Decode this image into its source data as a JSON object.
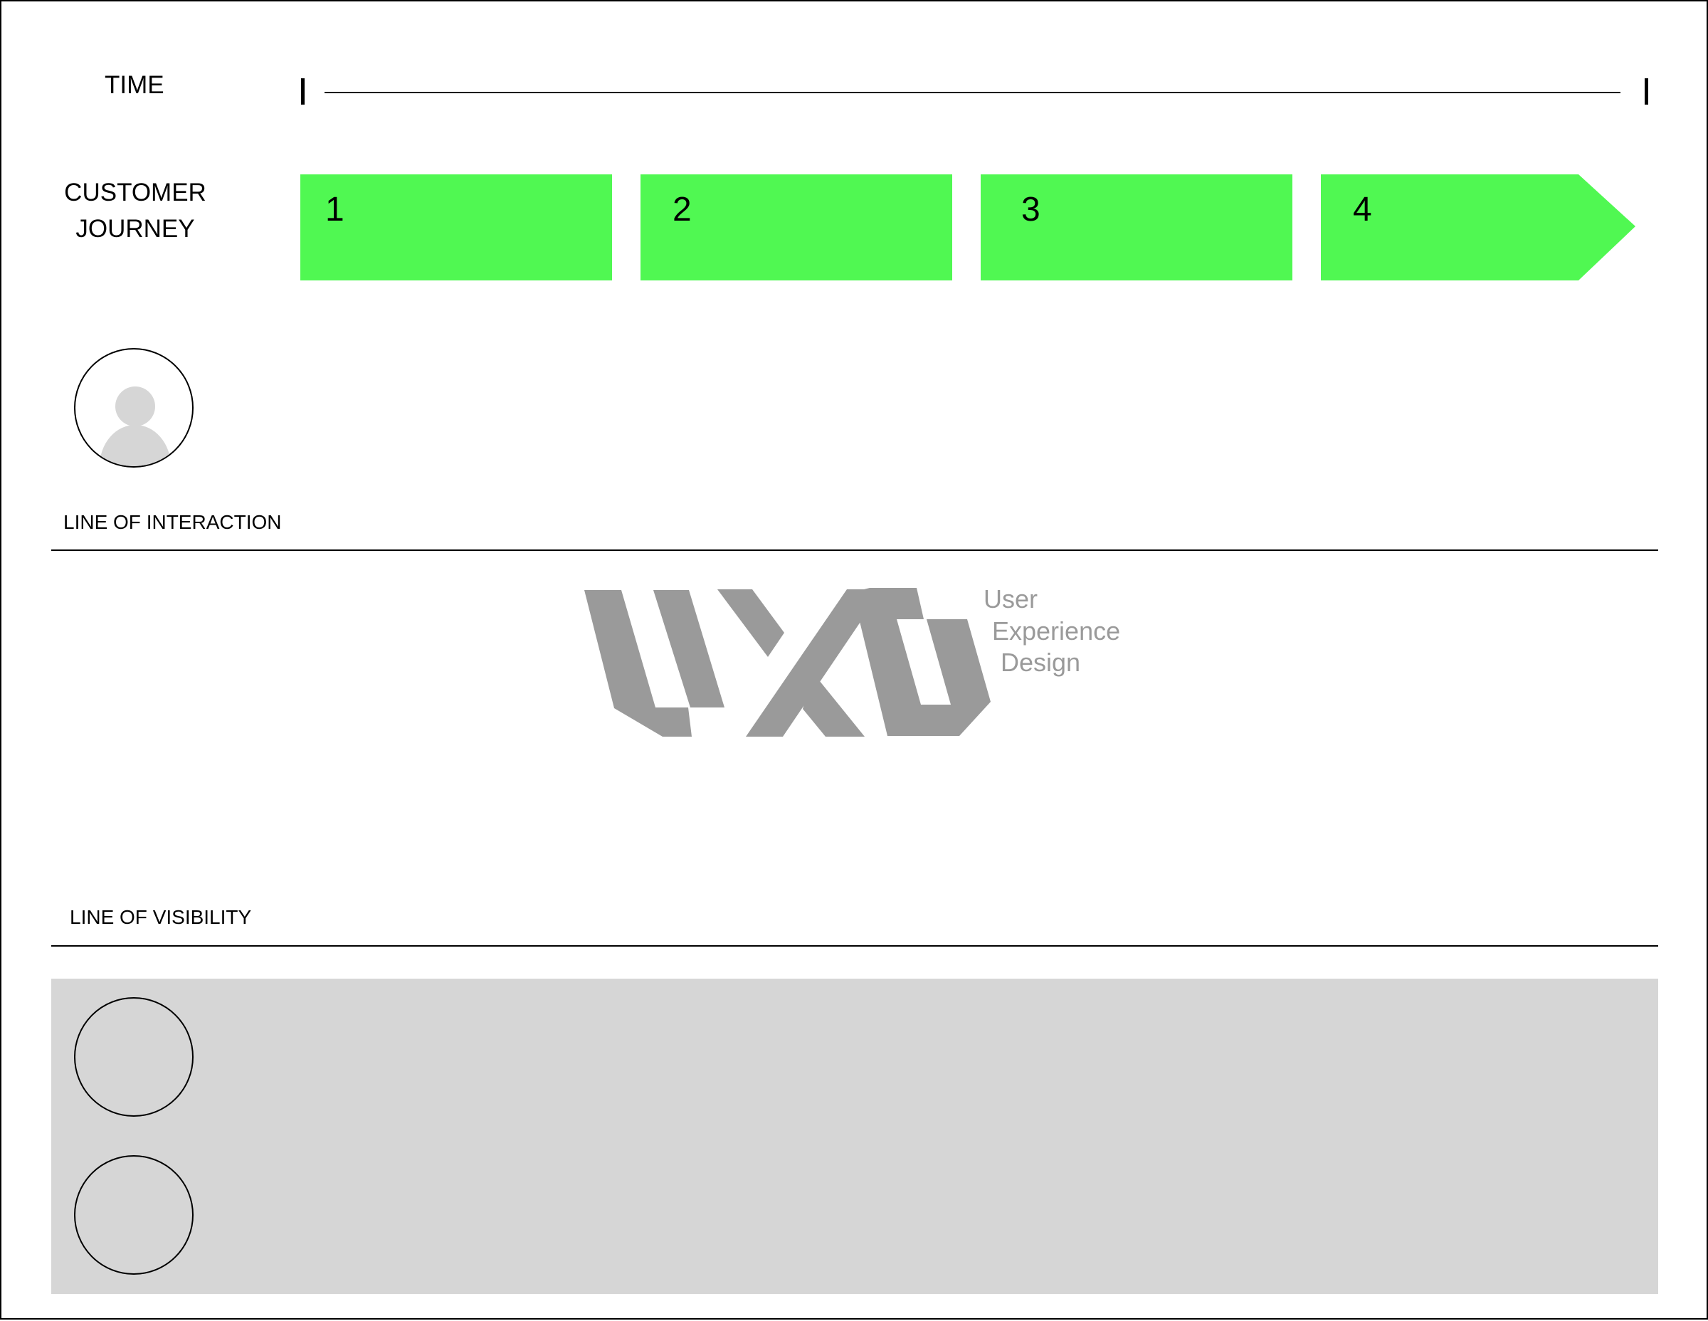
{
  "labels": {
    "time": "TIME",
    "customer_journey_line1": "CUSTOMER",
    "customer_journey_line2": "JOURNEY",
    "line_of_interaction": "LINE OF INTERACTION",
    "line_of_visibility": "LINE OF VISIBILITY"
  },
  "journey_steps": [
    "1",
    "2",
    "3",
    "4"
  ],
  "logo": {
    "mark": "UXD",
    "text_line1": "User",
    "text_line2": "Experience",
    "text_line3": "Design"
  },
  "colors": {
    "journey_step_fill": "#50f852",
    "backstage_fill": "#d6d6d6",
    "logo_gray": "#9a9a9a",
    "avatar_gray": "#d6d6d6",
    "line": "#000000"
  },
  "icons": {
    "customer": "person-avatar-icon",
    "backstage_roles": [
      "role-circle",
      "role-circle"
    ]
  }
}
